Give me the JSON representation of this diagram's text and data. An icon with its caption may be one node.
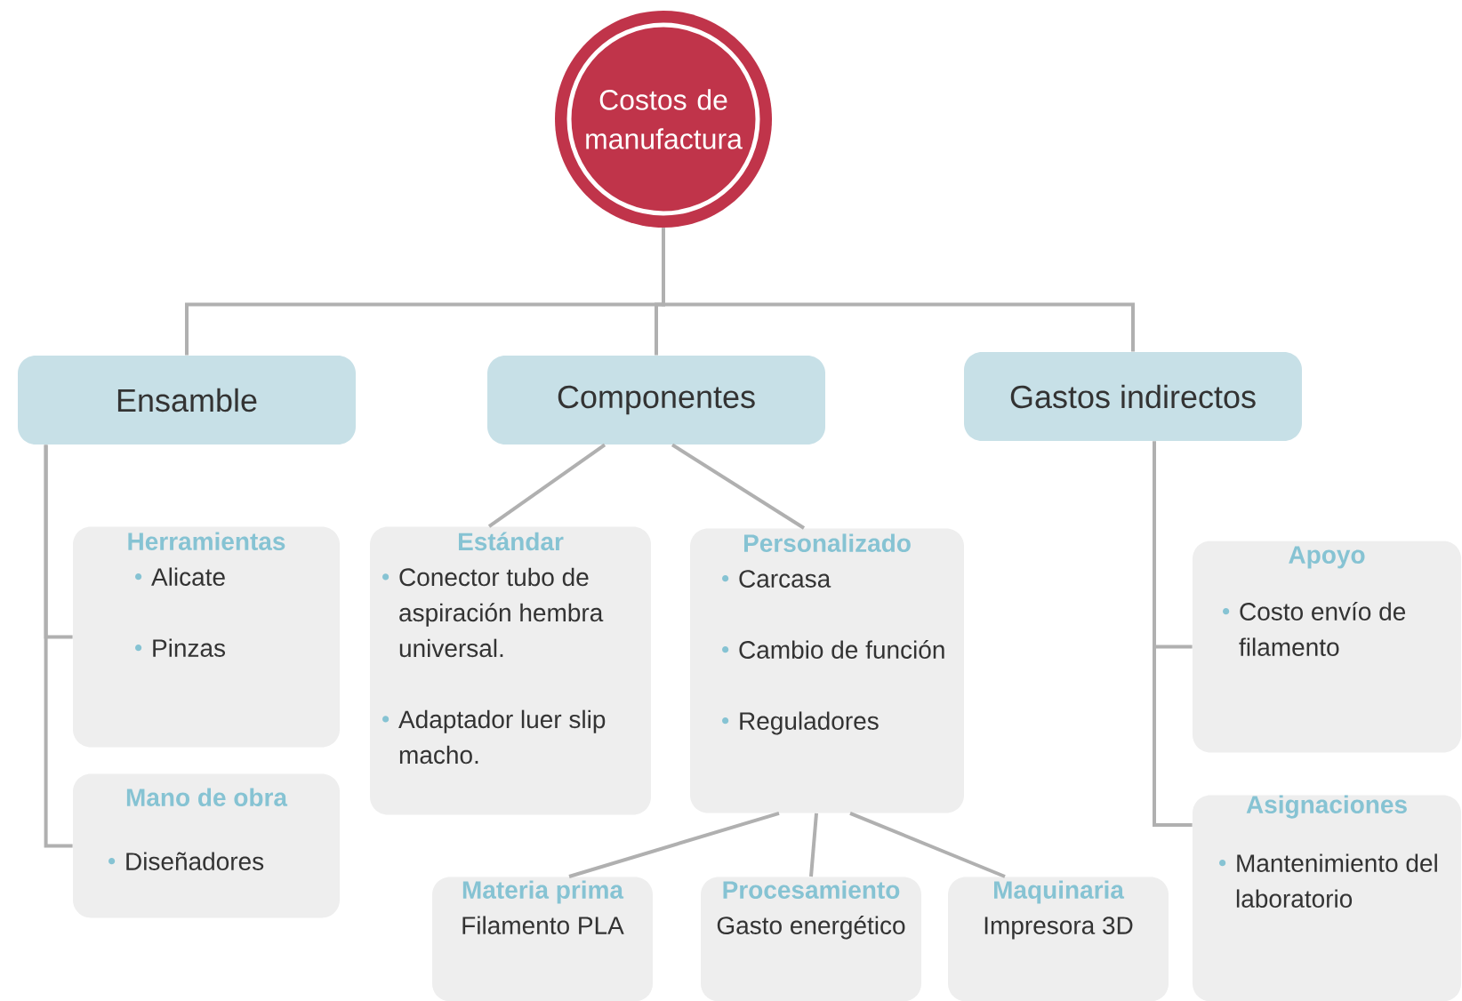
{
  "diagram": {
    "nodes": [
      {
        "text": [
          "Costos de manufactura"
        ]
      },
      {
        "text": [
          "Ensamble"
        ]
      },
      {
        "text": [
          "Componentes"
        ]
      },
      {
        "text": [
          "Gastos indirectos"
        ]
      },
      {
        "text": [
          "Herramientas",
          "Alicate",
          "Pinzas"
        ]
      },
      {
        "text": [
          "Mano de obra",
          "Diseñadores"
        ]
      },
      {
        "text": [
          "Estándar",
          "Conector tubo de aspiración hembra universal.",
          "Adaptador luer slip macho."
        ]
      },
      {
        "text": [
          "Personalizado",
          "Carcasa",
          "Cambio de función",
          "Reguladores"
        ]
      },
      {
        "text": [
          "Apoyo",
          "Costo envío de filamento"
        ]
      },
      {
        "text": [
          "Asignaciones",
          "Mantenimiento del laboratorio"
        ]
      },
      {
        "text": [
          "Materia prima",
          "Filamento PLA"
        ]
      },
      {
        "text": [
          "Procesamiento",
          "Gasto energético"
        ]
      },
      {
        "text": [
          "Maquinaria",
          "Impresora 3D"
        ]
      }
    ],
    "edges": [
      {
        "from": 0,
        "to": 1,
        "arrow": "none"
      },
      {
        "from": 0,
        "to": 2,
        "arrow": "none"
      },
      {
        "from": 0,
        "to": 3,
        "arrow": "none"
      },
      {
        "from": 1,
        "to": 4,
        "arrow": "none"
      },
      {
        "from": 1,
        "to": 5,
        "arrow": "none"
      },
      {
        "from": 2,
        "to": 6,
        "arrow": "none"
      },
      {
        "from": 2,
        "to": 7,
        "arrow": "none"
      },
      {
        "from": 3,
        "to": 8,
        "arrow": "none"
      },
      {
        "from": 3,
        "to": 9,
        "arrow": "none"
      },
      {
        "from": 7,
        "to": 10,
        "arrow": "none"
      },
      {
        "from": 7,
        "to": 11,
        "arrow": "none"
      },
      {
        "from": 7,
        "to": 12,
        "arrow": "none"
      }
    ]
  }
}
